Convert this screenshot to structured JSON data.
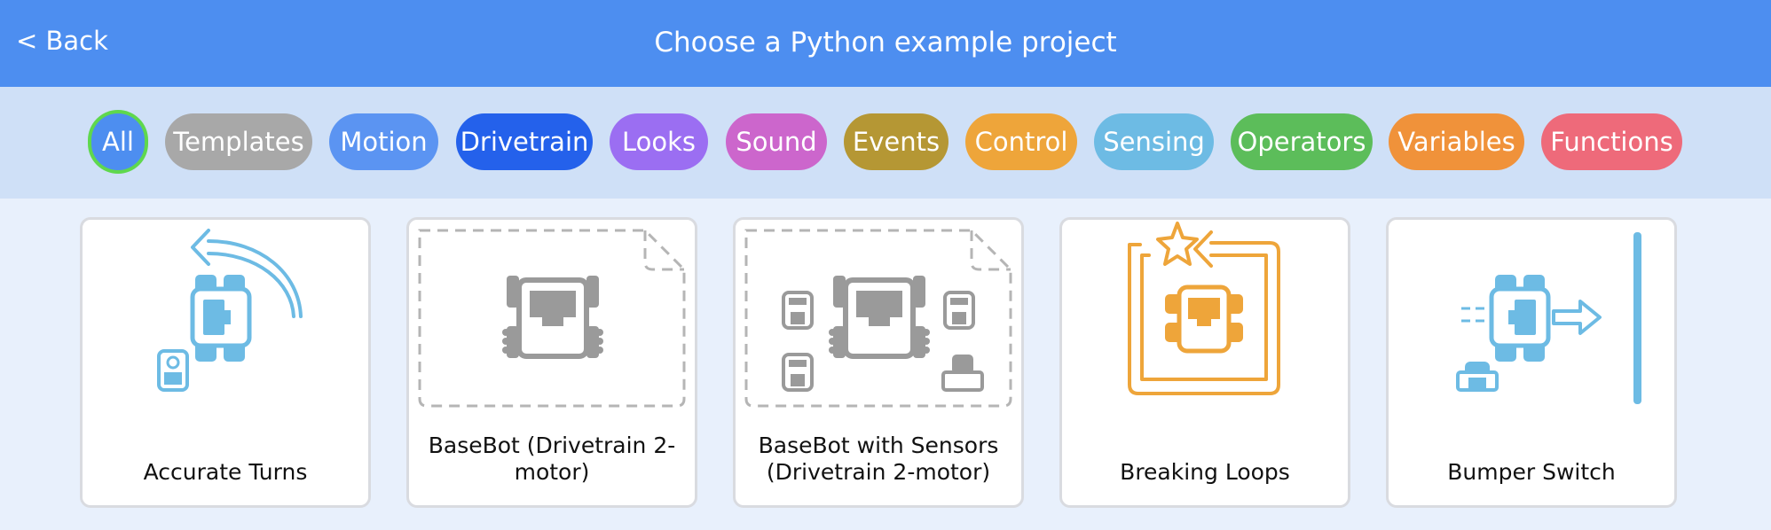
{
  "header": {
    "back_label": "< Back",
    "title": "Choose a Python example project"
  },
  "filters": [
    {
      "label": "All",
      "color": "#4d8ef0",
      "selected": true
    },
    {
      "label": "Templates",
      "color": "#a8a8a8"
    },
    {
      "label": "Motion",
      "color": "#5b94f2"
    },
    {
      "label": "Drivetrain",
      "color": "#2461eb"
    },
    {
      "label": "Looks",
      "color": "#9b6ef2"
    },
    {
      "label": "Sound",
      "color": "#cc66cc"
    },
    {
      "label": "Events",
      "color": "#b59734"
    },
    {
      "label": "Control",
      "color": "#eea53a"
    },
    {
      "label": "Sensing",
      "color": "#6dbbe4"
    },
    {
      "label": "Operators",
      "color": "#5cbd5a"
    },
    {
      "label": "Variables",
      "color": "#f0923a"
    },
    {
      "label": "Functions",
      "color": "#ee6a7a"
    }
  ],
  "projects": [
    {
      "label": "Accurate Turns",
      "icon": "robot-turn-icon"
    },
    {
      "label": "BaseBot (Drivetrain 2-motor)",
      "icon": "basebot-icon"
    },
    {
      "label": "BaseBot with Sensors (Drivetrain 2-motor)",
      "icon": "basebot-sensors-icon"
    },
    {
      "label": "Breaking Loops",
      "icon": "loop-icon"
    },
    {
      "label": "Bumper Switch",
      "icon": "bumper-icon"
    }
  ]
}
